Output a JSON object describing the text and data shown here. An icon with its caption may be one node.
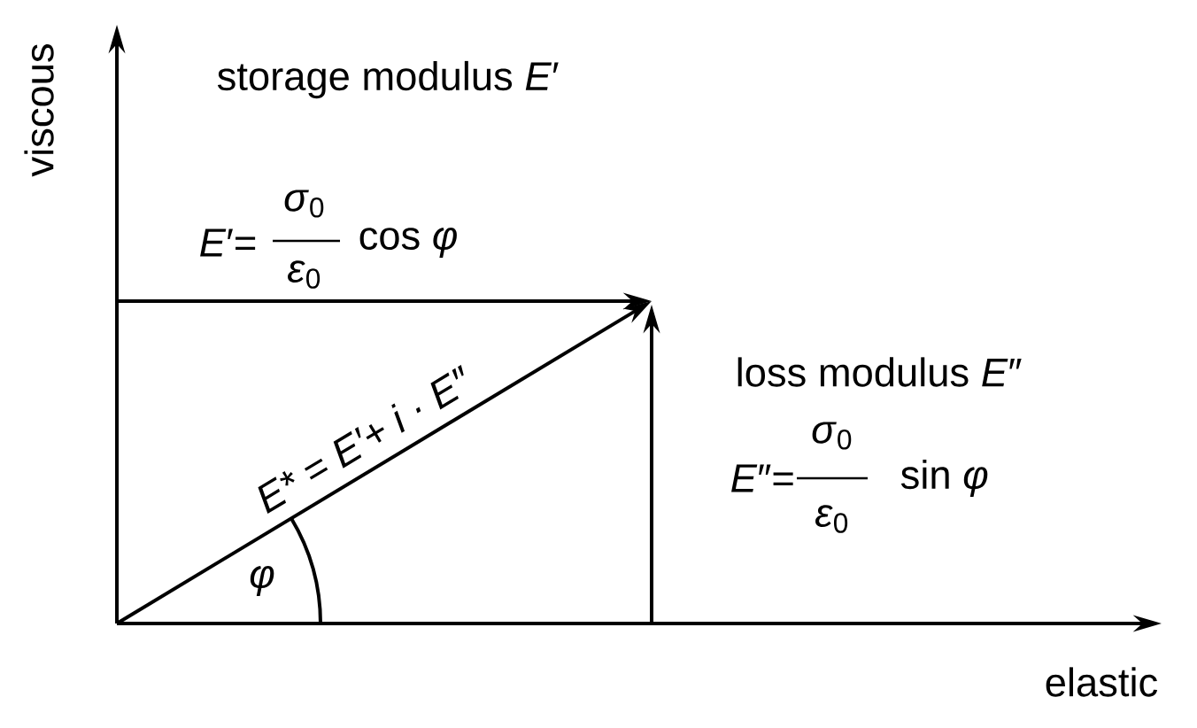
{
  "diagram": {
    "labels": [
      "viscous",
      "storage modulus *E*′",
      "*E*′=",
      "*σ*$_{0}$",
      "*ε*$_{0}$",
      "cos *φ*",
      "loss modulus *E*″",
      "*E*″=",
      "*σ*$_{0}$",
      "*ε*$_{0}$",
      "sin *φ*",
      "E* = E′+ i · E″",
      "φ",
      "elastic"
    ]
  }
}
